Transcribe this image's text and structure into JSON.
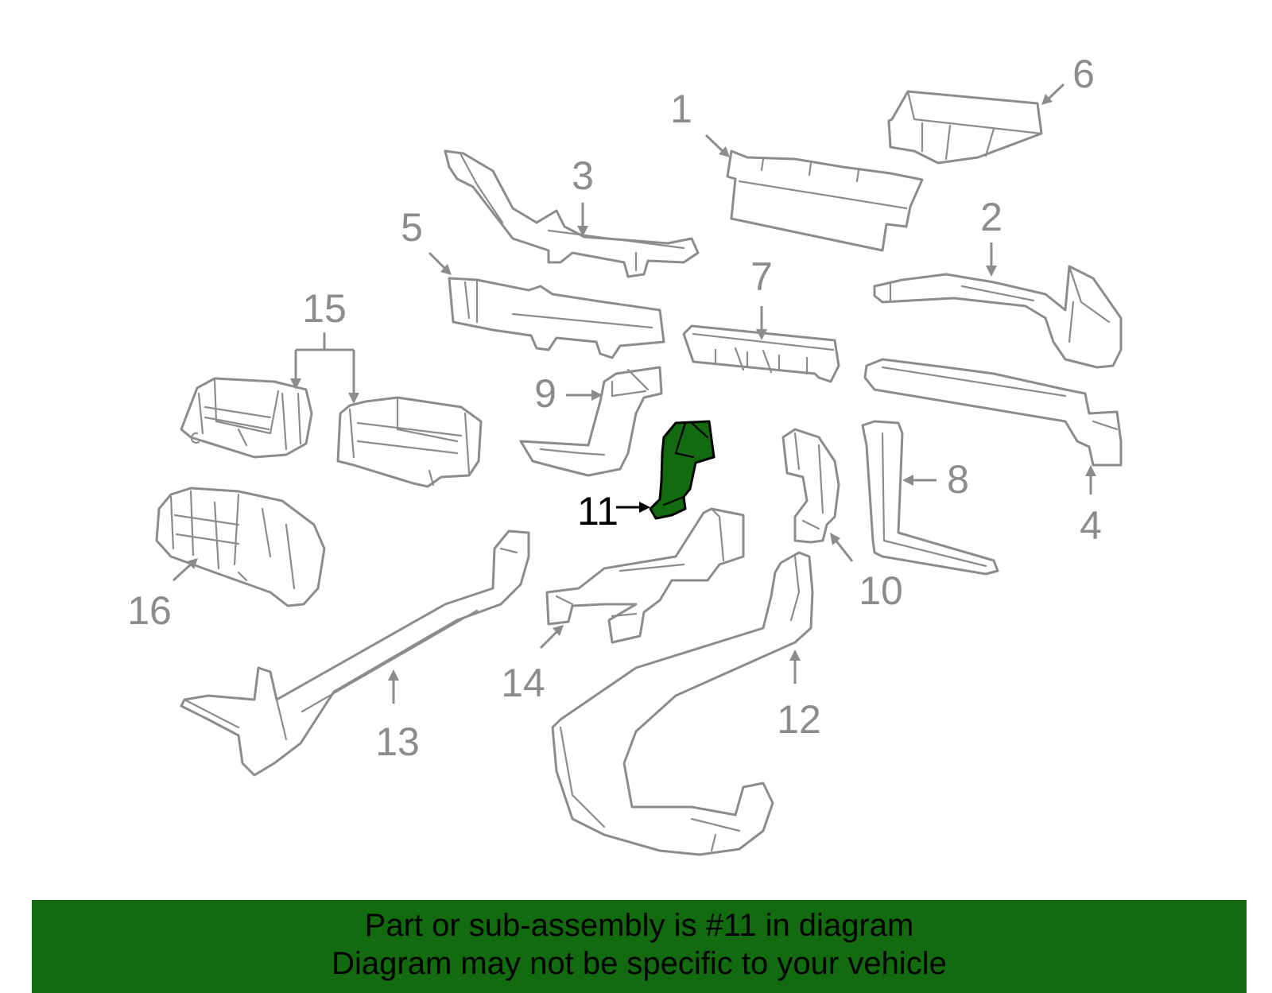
{
  "callouts": {
    "c1": "1",
    "c2": "2",
    "c3": "3",
    "c4": "4",
    "c5": "5",
    "c6": "6",
    "c7": "7",
    "c8": "8",
    "c9": "9",
    "c10": "10",
    "c11": "11",
    "c12": "12",
    "c13": "13",
    "c14": "14",
    "c15": "15",
    "c16": "16"
  },
  "highlighted_part": "11",
  "colors": {
    "highlight": "#126b0e",
    "line": "#8c8c8c",
    "banner": "#126b0e"
  },
  "banner": {
    "line1": "Part or sub-assembly is #11 in diagram",
    "line2": "Diagram may not be specific to your vehicle"
  }
}
